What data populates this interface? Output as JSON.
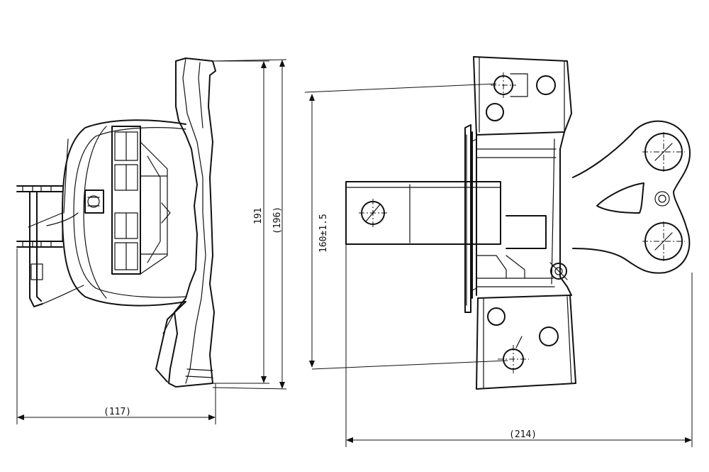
{
  "dimensions": {
    "left_width": "(117)",
    "left_height": "191",
    "left_height_overall": "(196)",
    "right_pitch": "160±1.5",
    "right_width": "(214)"
  }
}
